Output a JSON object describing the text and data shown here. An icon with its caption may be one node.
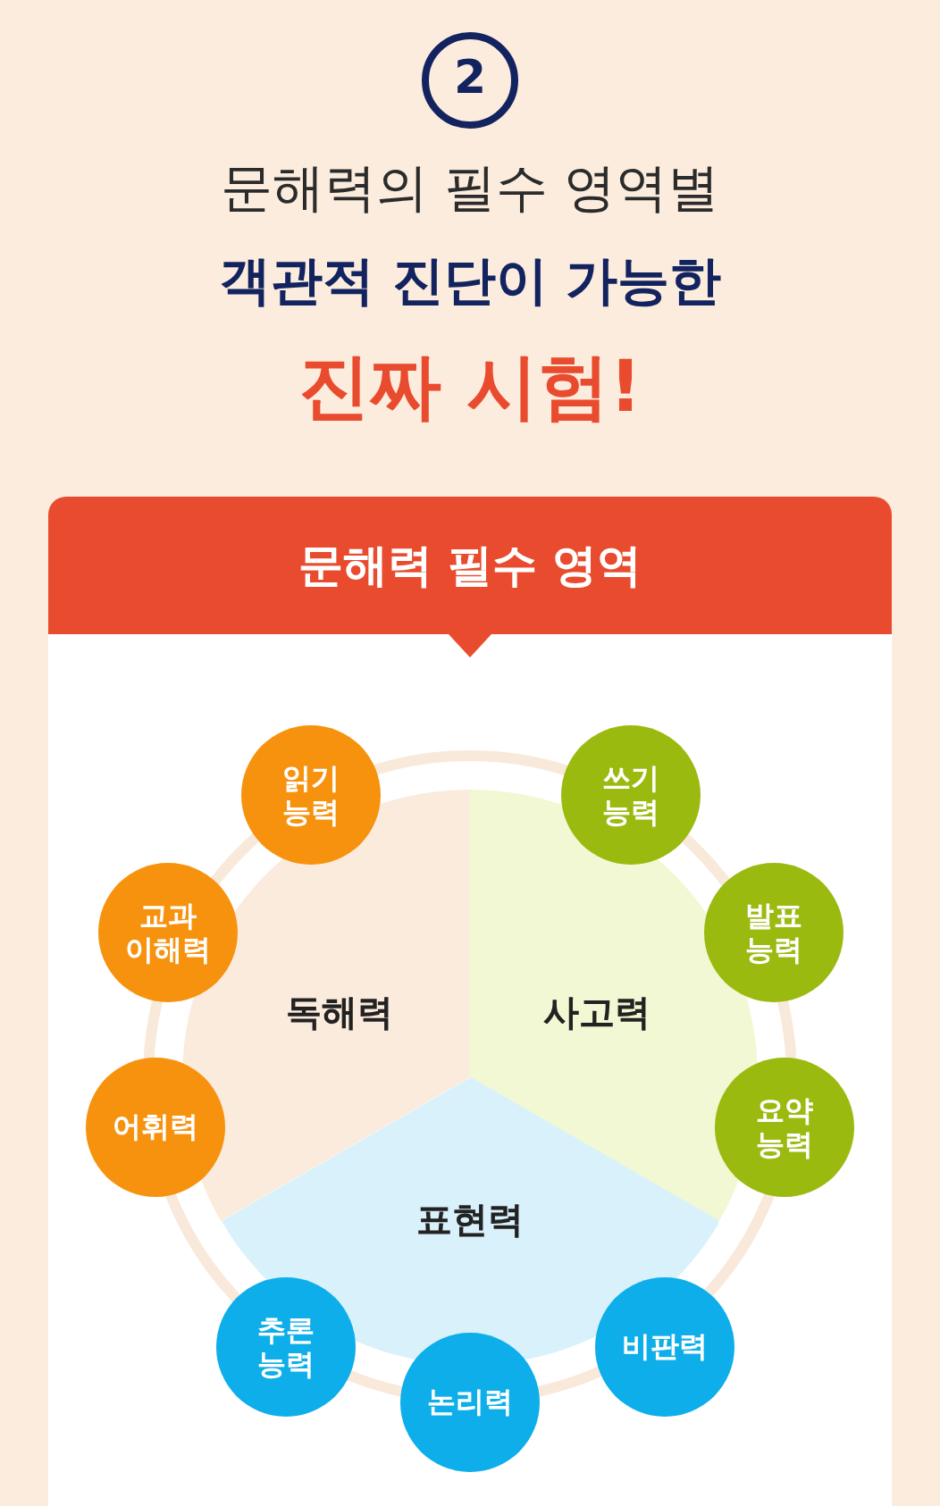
{
  "diagram": {
    "nodes": [
      {
        "text": [
          "2"
        ]
      },
      {
        "text": [
          "문해력 필수 영역"
        ]
      },
      {
        "text": [
          "독해력"
        ],
        "in": 1
      },
      {
        "text": [
          "사고력"
        ],
        "in": 1
      },
      {
        "text": [
          "표현력"
        ],
        "in": 1
      },
      {
        "text": [
          "읽기 능력"
        ],
        "in": 1
      },
      {
        "text": [
          "쓰기 능력"
        ],
        "in": 1
      },
      {
        "text": [
          "교과 이해력"
        ],
        "in": 1
      },
      {
        "text": [
          "발표 능력"
        ],
        "in": 1
      },
      {
        "text": [
          "어휘력"
        ],
        "in": 1
      },
      {
        "text": [
          "요약 능력"
        ],
        "in": 1
      },
      {
        "text": [
          "추론 능력"
        ],
        "in": 1
      },
      {
        "text": [
          "논리력"
        ],
        "in": 1
      },
      {
        "text": [
          "비판력"
        ],
        "in": 1
      }
    ],
    "labels": [
      "문해력의 필수 영역별",
      "객관적 진단이 가능한",
      "진짜 시험!"
    ]
  }
}
